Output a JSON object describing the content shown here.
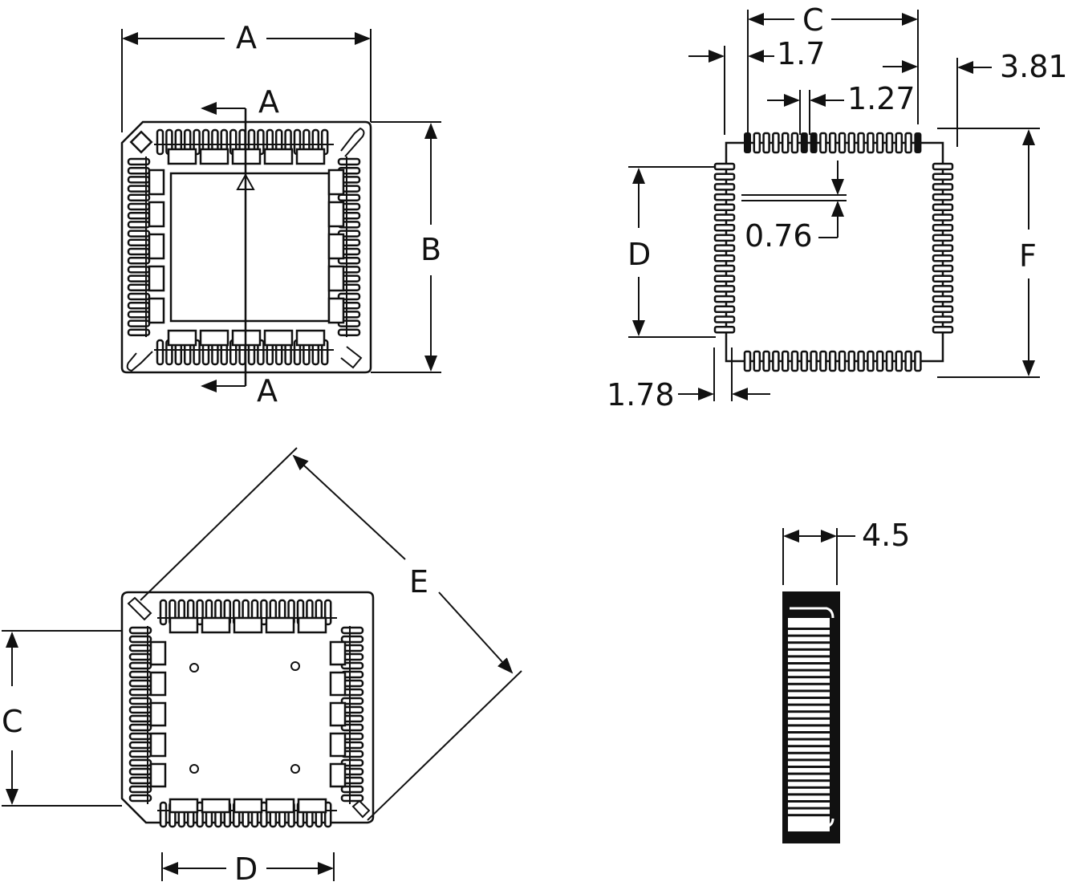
{
  "drawing": {
    "type": "mechanical dimension drawing",
    "views": {
      "top_view": {
        "dimension_labels": [
          "A",
          "B"
        ],
        "section_labels": [
          "A",
          "A"
        ]
      },
      "footprint_view": {
        "dimension_labels": [
          "C",
          "D",
          "F"
        ],
        "values": {
          "pitch_offset": "1.7",
          "pitch": "1.27",
          "pad_width": "0.76",
          "pad_length": "3.81",
          "row_offset": "1.78"
        }
      },
      "bottom_view": {
        "dimension_labels": [
          "C",
          "D",
          "E"
        ]
      },
      "side_view": {
        "values": {
          "height": "4.5"
        }
      }
    }
  },
  "labels": {
    "A_top": "A",
    "B": "B",
    "section_A_top": "A",
    "section_A_bottom": "A",
    "C_fp": "C",
    "v_1_7": "1.7",
    "v_1_27": "1.27",
    "v_3_81": "3.81",
    "v_0_76": "0.76",
    "D_fp": "D",
    "F": "F",
    "v_1_78": "1.78",
    "E": "E",
    "C_bv": "C",
    "D_bv": "D",
    "v_4_5": "4.5"
  }
}
